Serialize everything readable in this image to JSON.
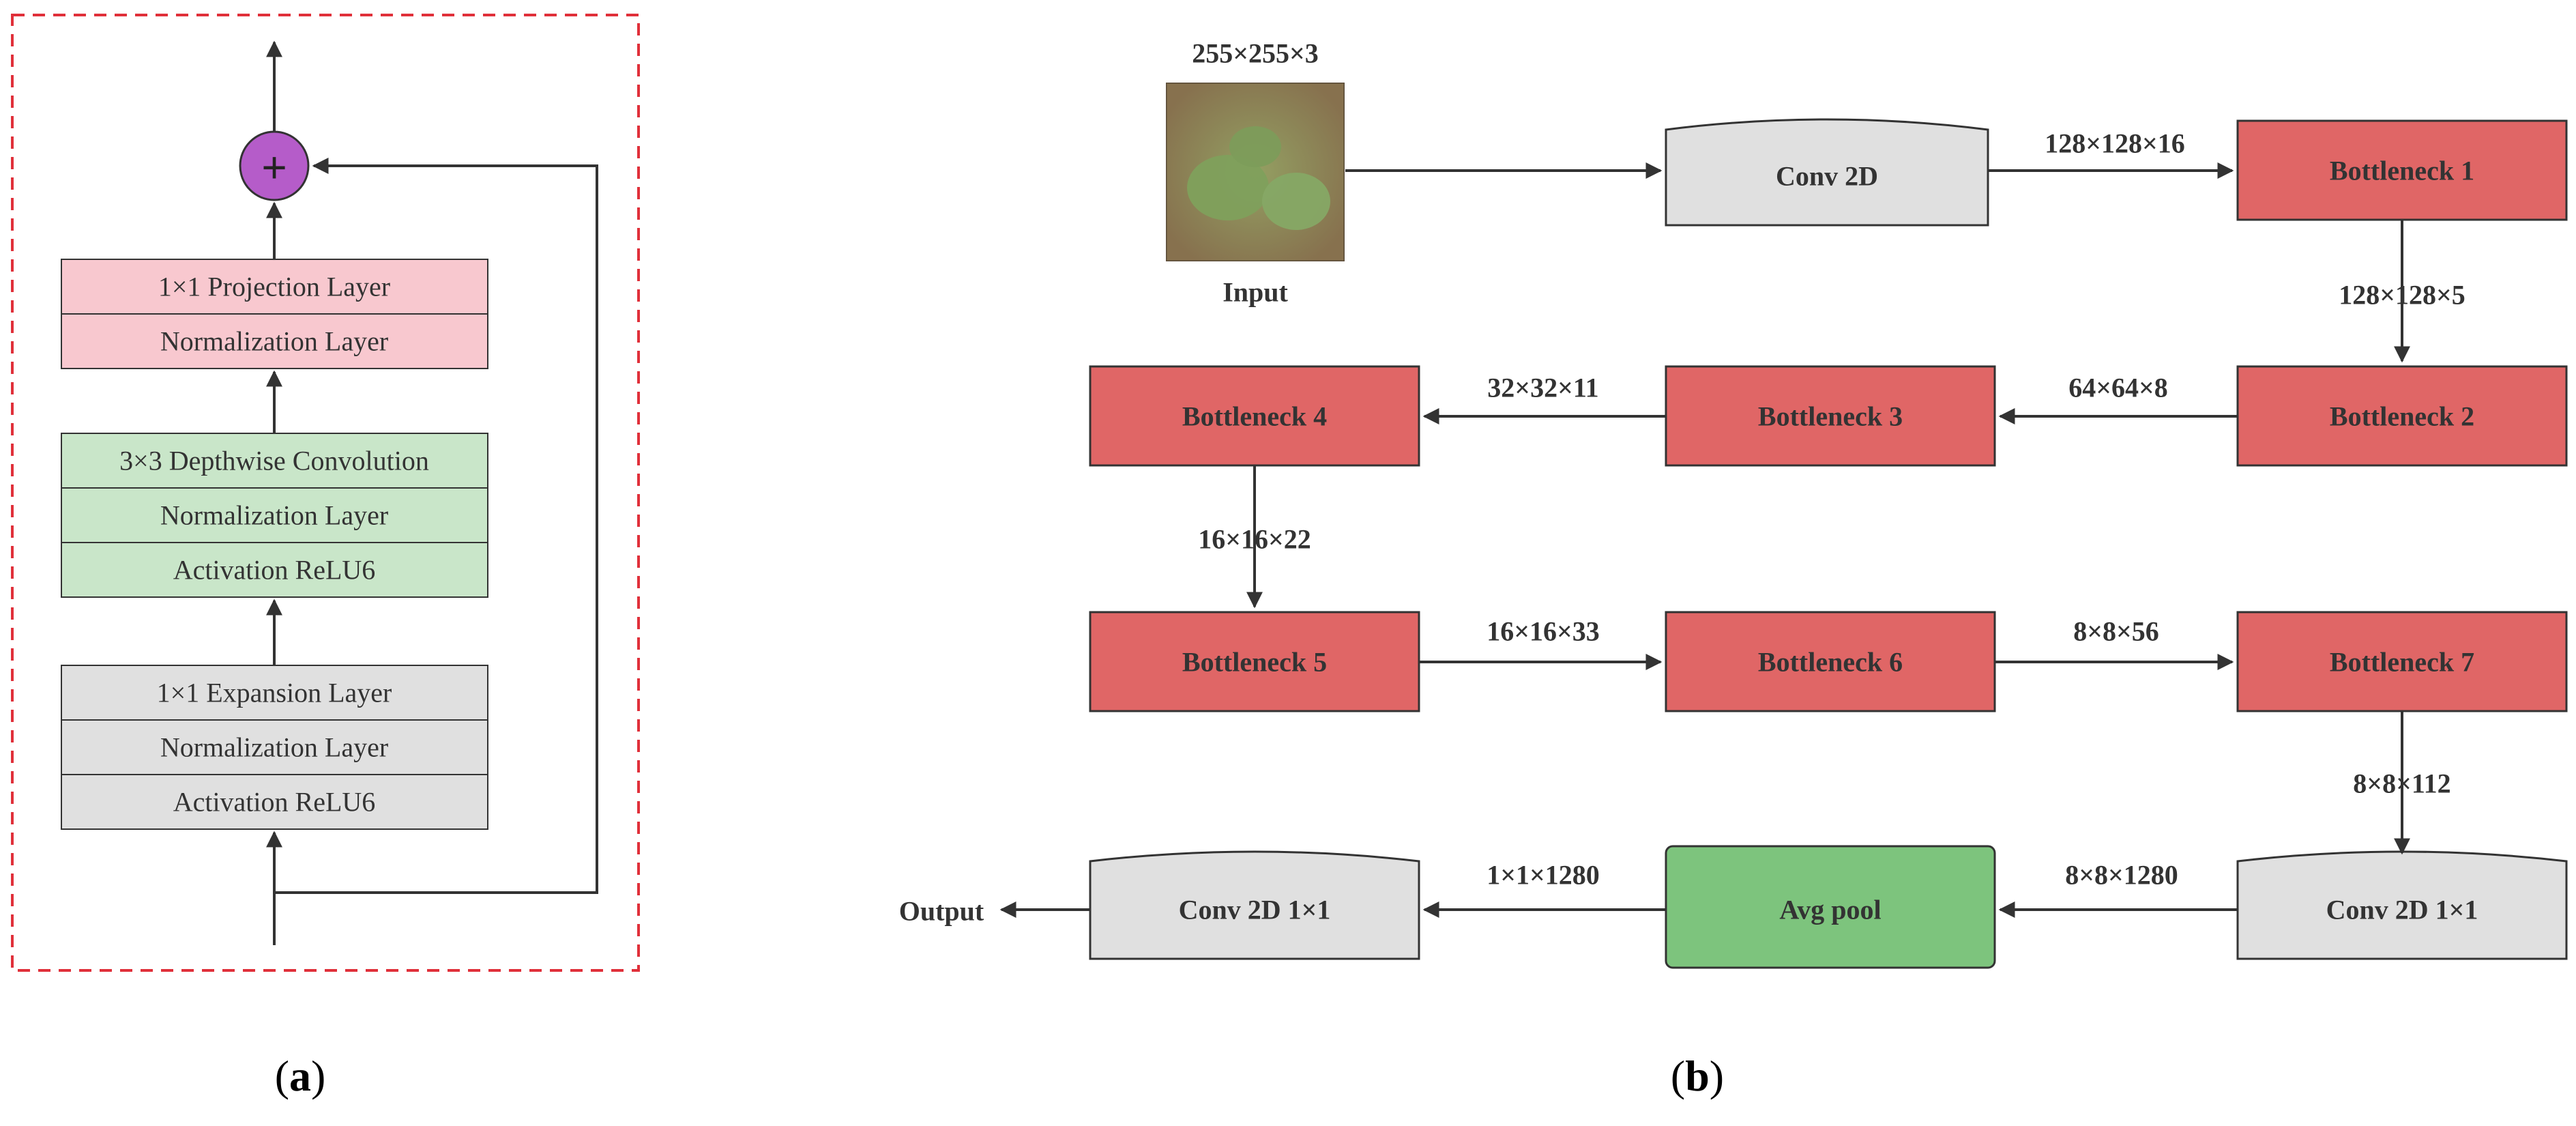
{
  "panel_a": {
    "caption_open": "(",
    "caption_letter": "a",
    "caption_close": ")",
    "add_symbol": "+",
    "projection_group": [
      "1×1 Projection Layer",
      "Normalization Layer"
    ],
    "depthwise_group": [
      "3×3 Depthwise Convolution",
      "Normalization Layer",
      "Activation ReLU6"
    ],
    "expansion_group": [
      "1×1 Expansion Layer",
      "Normalization Layer",
      "Activation ReLU6"
    ]
  },
  "panel_b": {
    "caption_open": "(",
    "caption_letter": "b",
    "caption_close": ")",
    "input_size": "255×255×3",
    "input_label": "Input",
    "conv2d": "Conv 2D",
    "bottleneck1": "Bottleneck 1",
    "bottleneck2": "Bottleneck 2",
    "bottleneck3": "Bottleneck 3",
    "bottleneck4": "Bottleneck 4",
    "bottleneck5": "Bottleneck 5",
    "bottleneck6": "Bottleneck 6",
    "bottleneck7": "Bottleneck 7",
    "conv_1x1_right": "Conv 2D 1×1",
    "avg_pool": "Avg pool",
    "conv_1x1_left": "Conv 2D 1×1",
    "output_label": "Output",
    "edge_conv_b1": "128×128×16",
    "edge_b1_b2": "128×128×5",
    "edge_b2_b3": "64×64×8",
    "edge_b3_b4": "32×32×11",
    "edge_b4_b5": "16×16×22",
    "edge_b5_b6": "16×16×33",
    "edge_b6_b7": "8×8×56",
    "edge_b7_conv": "8×8×112",
    "edge_conv_pool": "8×8×1280",
    "edge_pool_conv": "1×1×1280"
  },
  "colors": {
    "bottleneck": "#e06666",
    "pool": "#7dc47d",
    "conv": "#e0e0e0",
    "projection": "#f8c8cf",
    "depthwise": "#c9e6c9",
    "expansion": "#e0e0e0",
    "add_node": "#b55cc9",
    "dashed_border": "#e0303a"
  }
}
